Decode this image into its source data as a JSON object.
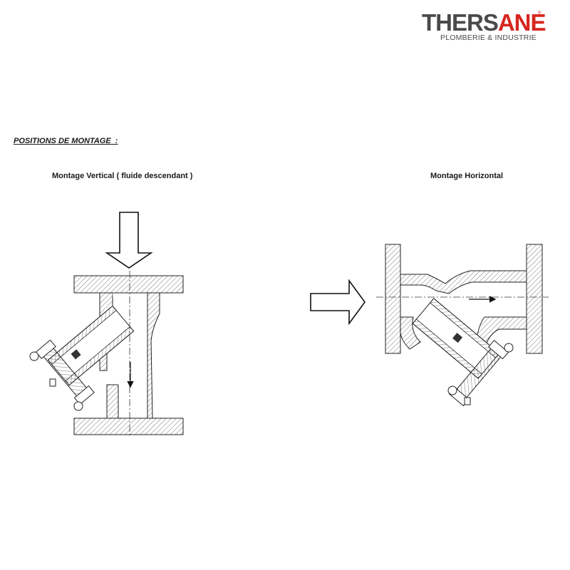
{
  "brand": {
    "logo_main": "THERSANE",
    "logo_part1": "THERS",
    "logo_part2": "ANE",
    "logo_sub": "PLOMBERIE & INDUSTRIE",
    "logo_reg": "®",
    "colors": {
      "dark": "#4a4a4a",
      "red": "#d7261f"
    }
  },
  "section": {
    "title": "POSITIONS DE MONTAGE  :"
  },
  "figures": {
    "vertical": {
      "caption": "Montage Vertical ( fluide descendant )"
    },
    "horizontal": {
      "caption": "Montage Horizontal"
    }
  }
}
